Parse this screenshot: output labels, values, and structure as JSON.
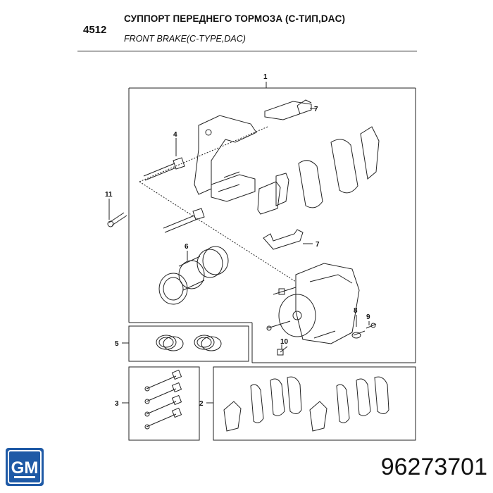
{
  "header": {
    "group_code": "4512",
    "title_ru": "СУППОРТ ПЕРЕДНЕГО ТОРМОЗА (С-ТИП,DAC)",
    "title_en": "FRONT BRAKE(C-TYPE,DAC)"
  },
  "callouts": {
    "c1": "1",
    "c2": "2",
    "c3": "3",
    "c4": "4",
    "c5": "5",
    "c6": "6",
    "c7a": "7",
    "c7b": "7",
    "c8": "8",
    "c9": "9",
    "c10": "10",
    "c11": "11"
  },
  "logo": {
    "text": "GM",
    "color": "#1f5aa6"
  },
  "part_number": "96273701"
}
